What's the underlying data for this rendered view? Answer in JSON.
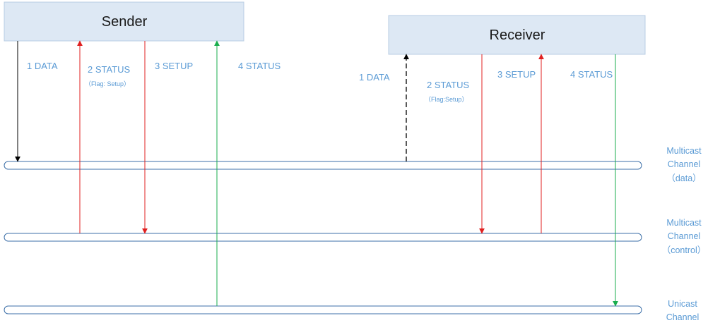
{
  "sender": {
    "label": "Sender"
  },
  "receiver": {
    "label": "Receiver"
  },
  "sender_messages": {
    "data": "1 DATA",
    "status": "2 STATUS",
    "status_flag": "（Flag: Setup）",
    "setup": "3 SETUP",
    "status2": "4 STATUS"
  },
  "receiver_messages": {
    "data": "1 DATA",
    "status": "2 STATUS",
    "status_flag": "（Flag:Setup）",
    "setup": "3 SETUP",
    "status2": "4 STATUS"
  },
  "channels": {
    "data": {
      "line1": "Multicast",
      "line2": "Channel",
      "line3": "（data）"
    },
    "control": {
      "line1": "Multicast",
      "line2": "Channel",
      "line3": "（control）"
    },
    "unicast": {
      "line1": "Unicast",
      "line2": "Channel"
    }
  },
  "colors": {
    "data_arrow": "#000000",
    "status_arrow": "#e02020",
    "setup_arrow": "#e02020",
    "unicast_arrow": "#1aae4e",
    "text": "#5b9bd5"
  }
}
